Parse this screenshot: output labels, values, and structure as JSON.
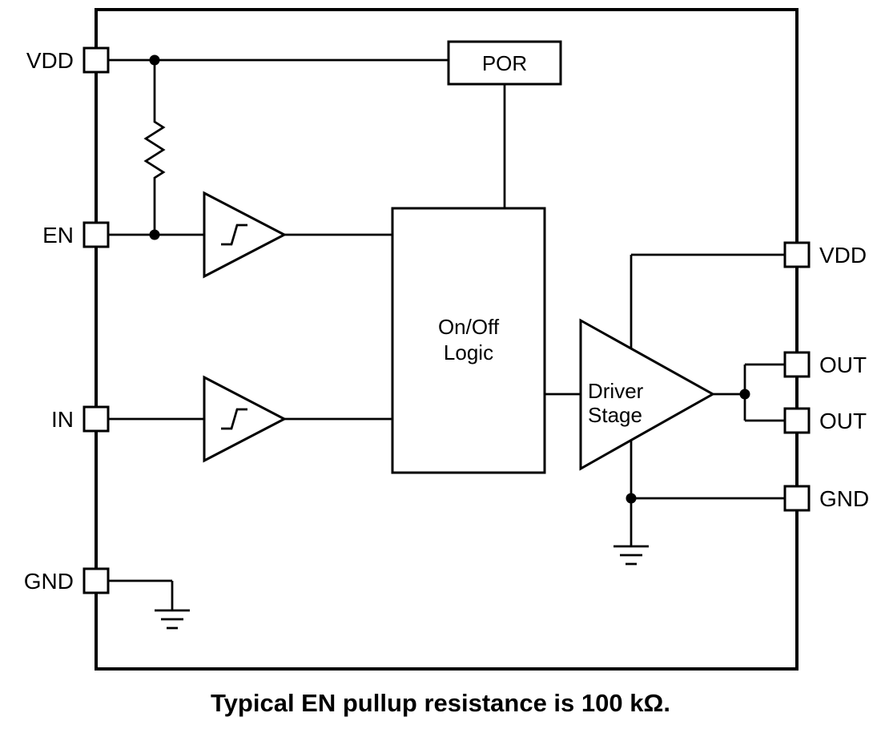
{
  "diagram": {
    "pins": {
      "left": [
        {
          "label": "VDD"
        },
        {
          "label": "EN"
        },
        {
          "label": "IN"
        },
        {
          "label": "GND"
        }
      ],
      "right": [
        {
          "label": "VDD"
        },
        {
          "label": "OUT"
        },
        {
          "label": "OUT"
        },
        {
          "label": "GND"
        }
      ]
    },
    "blocks": {
      "por": {
        "label": "POR"
      },
      "on_off_logic": {
        "line1": "On/Off",
        "line2": "Logic"
      },
      "driver_stage": {
        "line1": "Driver",
        "line2": "Stage"
      }
    }
  },
  "caption": "Typical EN pullup resistance is 100 kΩ.",
  "colors": {
    "stroke": "#000000",
    "background": "#ffffff"
  }
}
